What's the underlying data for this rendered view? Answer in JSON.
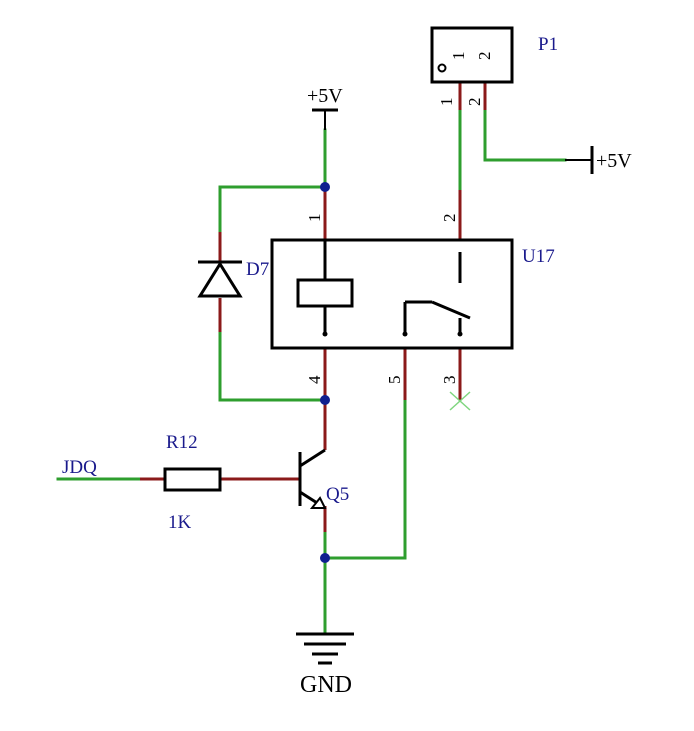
{
  "components": {
    "p1": {
      "designator": "P1",
      "pin1": "1",
      "pin2": "2"
    },
    "u17": {
      "designator": "U17",
      "pin1": "1",
      "pin2": "2",
      "pin3": "3",
      "pin4": "4",
      "pin5": "5"
    },
    "d7": {
      "designator": "D7"
    },
    "r12": {
      "designator": "R12",
      "value": "1K"
    },
    "q5": {
      "designator": "Q5"
    }
  },
  "nets": {
    "vcc_left": "+5V",
    "vcc_right": "+5V",
    "ground": "GND",
    "input": "JDQ"
  },
  "colors": {
    "wire": "#2e9e2e",
    "pin": "#8b1a1a",
    "junction": "#0f1f8f",
    "label": "#1a1a8c"
  }
}
